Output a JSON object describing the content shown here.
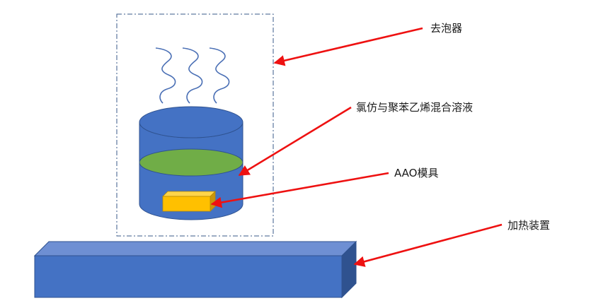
{
  "labels": {
    "degassing": "去泡器",
    "solution": "氯仿与聚苯乙烯混合溶液",
    "template": "AAO模具",
    "heater": "加热装置"
  },
  "colors": {
    "container_body": "#4472c4",
    "container_top": "#3f6ac0",
    "container_stroke": "#2f528f",
    "solution": "#70ad47",
    "template_front": "#ffc000",
    "template_side": "#c9960c",
    "heater_front": "#4472c4",
    "heater_top": "#6e8fd3",
    "heater_side": "#2f528f",
    "arrow": "#ee1111",
    "steam": "#4a6fb5",
    "frame": "#3a5a8a"
  }
}
